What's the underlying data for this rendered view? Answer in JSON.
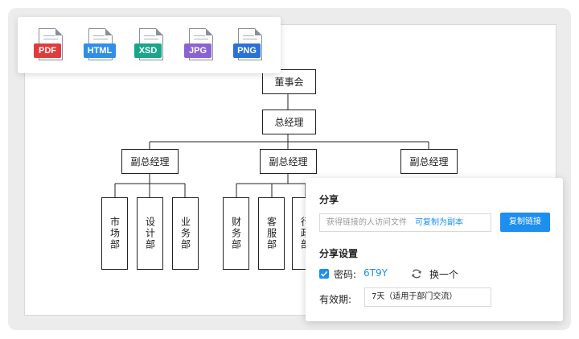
{
  "formats": [
    {
      "label": "PDF",
      "color": "#e03c3c"
    },
    {
      "label": "HTML",
      "color": "#2f8fe8"
    },
    {
      "label": "XSD",
      "color": "#1aa58a"
    },
    {
      "label": "JPG",
      "color": "#8a63d2"
    },
    {
      "label": "PNG",
      "color": "#2b72d8"
    }
  ],
  "org": {
    "board": "董事会",
    "gm": "总经理",
    "deputies": [
      "副总经理",
      "副总经理",
      "副总经理"
    ],
    "departments": [
      "市场部",
      "设计部",
      "业务部",
      "财务部",
      "客服部",
      "行政部"
    ]
  },
  "share": {
    "title": "分享",
    "link_placeholder": "获得链接的人访问文件",
    "link_hint": "可复制为副本",
    "copy_button": "复制链接",
    "settings_title": "分享设置",
    "password_label": "密码:",
    "password_value": "6T9Y",
    "change_label": "换一个",
    "validity_label": "有效期:",
    "validity_value": "7天（适用于部门交流）",
    "accent_color": "#1c8ff0"
  }
}
